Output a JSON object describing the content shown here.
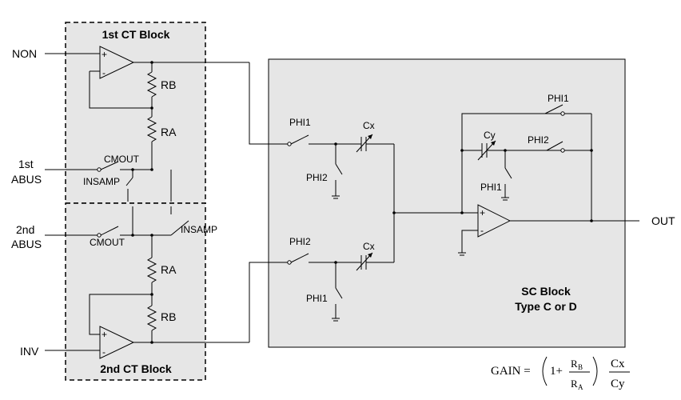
{
  "ct_block_1": {
    "title": "1st CT Block",
    "rb_label": "RB",
    "ra_label": "RA",
    "cmout_label": "CMOUT",
    "insamp_label": "INSAMP"
  },
  "ct_block_2": {
    "title": "2nd CT Block",
    "ra_label": "RA",
    "rb_label": "RB",
    "cmout_label": "CMOUT",
    "insamp_label": "INSAMP"
  },
  "inputs": {
    "non": "NON",
    "abus1_line1": "1st",
    "abus1_line2": "ABUS",
    "abus2_line1": "2nd",
    "abus2_line2": "ABUS",
    "inv": "INV"
  },
  "opamp_signs": {
    "plus": "+",
    "minus": "-"
  },
  "sc_block": {
    "title_line1": "SC Block",
    "title_line2": "Type C or D",
    "phi1_top": "PHI1",
    "phi2_top_shunt": "PHI2",
    "cx_top": "Cx",
    "phi2_bottom": "PHI2",
    "phi1_bottom_shunt": "PHI1",
    "cx_bottom": "Cx",
    "cy": "Cy",
    "phi1_feedback": "PHI1",
    "phi2_feedback": "PHI2",
    "phi1_cy_shunt": "PHI1"
  },
  "output": "OUT",
  "gain": {
    "lhs": "GAIN =",
    "one_plus": "1+",
    "rb_main": "R",
    "rb_sub": "B",
    "ra_main": "R",
    "ra_sub": "A",
    "cx": "Cx",
    "cy": "Cy"
  }
}
